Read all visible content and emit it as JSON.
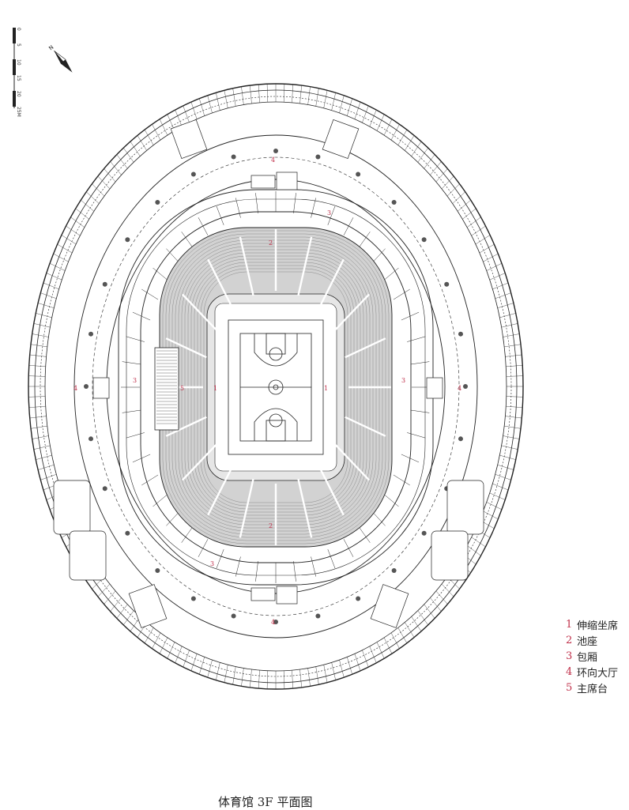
{
  "title": "体育馆 3F 平面图",
  "scale_bar": {
    "ticks": [
      "0",
      "5",
      "10",
      "15",
      "20",
      "25M"
    ]
  },
  "north": {
    "label": "N"
  },
  "legend": [
    {
      "num": "1",
      "label": "伸缩坐席"
    },
    {
      "num": "2",
      "label": "池座"
    },
    {
      "num": "3",
      "label": "包厢"
    },
    {
      "num": "4",
      "label": "环向大厅"
    },
    {
      "num": "5",
      "label": "主席台"
    }
  ],
  "plan_labels": [
    {
      "id": "concourse-top",
      "text": "4"
    },
    {
      "id": "concourse-left",
      "text": "4"
    },
    {
      "id": "concourse-right",
      "text": "4"
    },
    {
      "id": "concourse-bottom",
      "text": "4"
    },
    {
      "id": "box-left",
      "text": "3"
    },
    {
      "id": "box-right",
      "text": "3"
    },
    {
      "id": "box-top",
      "text": "3"
    },
    {
      "id": "box-bottom",
      "text": "3"
    },
    {
      "id": "retractable-left",
      "text": "1"
    },
    {
      "id": "retractable-right",
      "text": "1"
    },
    {
      "id": "stalls-top",
      "text": "2"
    },
    {
      "id": "stalls-bottom",
      "text": "2"
    },
    {
      "id": "tribune",
      "text": "5"
    }
  ],
  "colors": {
    "line": "#222222",
    "seats": "#8a8a8a",
    "label": "#c0304a"
  }
}
